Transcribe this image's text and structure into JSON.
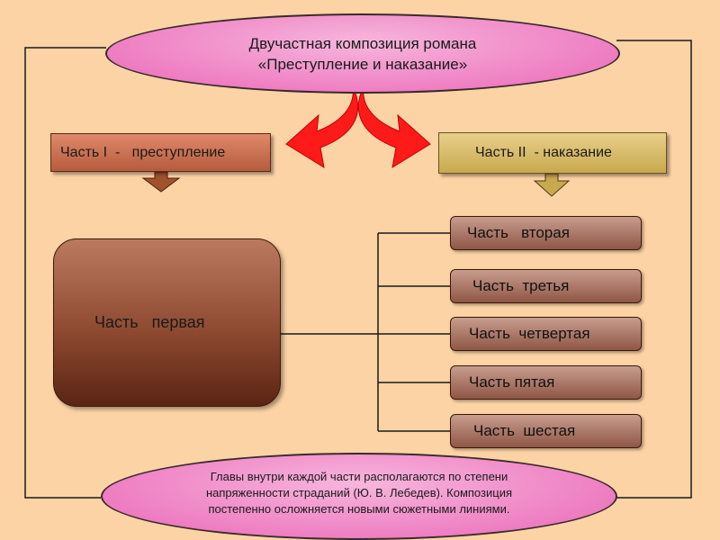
{
  "title": {
    "line1": "Двучастная композиция романа",
    "line2": "«Преступление и наказание»"
  },
  "part_one_header": "Часть I  -   преступление",
  "part_two_header": "Часть II  - наказание",
  "big_part": "Часть   первая",
  "sub_parts": [
    "Часть   вторая",
    "Часть  третья",
    "Часть  четвертая",
    "Часть пятая",
    "Часть  шестая"
  ],
  "footer_note": {
    "line1": "Главы внутри каждой части располагаются по степени",
    "line2": "напряженности страданий (Ю. В. Лебедев). Композиция",
    "line3": "постепенно  осложняется новыми сюжетными линиями."
  },
  "colors": {
    "background": "#fcd3a5",
    "ellipse_fill": "#ee7ec2",
    "red_arrows": "#ff1a1a",
    "part_one_fill": "#c56b4b",
    "part_two_fill": "#d8bc6a",
    "big_box_fill": "#8e4a31",
    "sub_box_fill": "#a86b5a"
  }
}
